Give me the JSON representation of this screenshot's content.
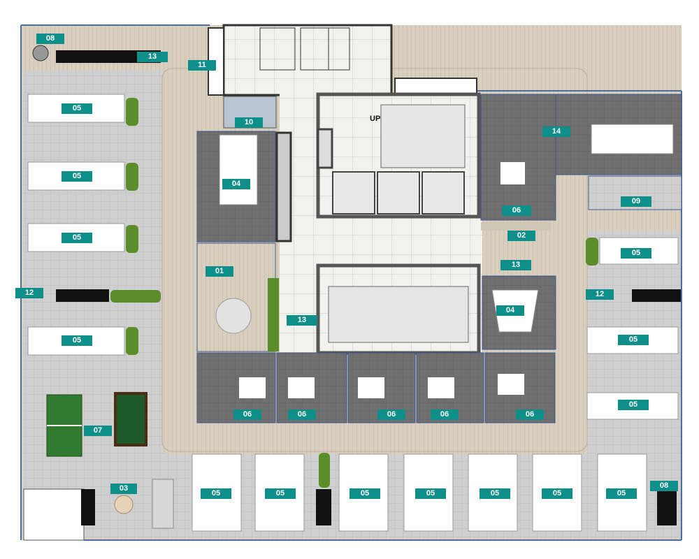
{
  "plan": {
    "stair_label": "UP",
    "labels": {
      "l01": "01",
      "l02": "02",
      "l03": "03",
      "l04": "04",
      "l05": "05",
      "l06": "06",
      "l07": "07",
      "l08": "08",
      "l09": "09",
      "l10": "10",
      "l11": "11",
      "l12": "12",
      "l13": "13",
      "l14": "14"
    }
  },
  "colors": {
    "tag": "#0f8f8a",
    "wood": "#d3c8b6",
    "carpet_light": "#c8c8c8",
    "carpet_dark": "#6d6d6d",
    "wall": "#555555",
    "plant": "#5b8e2a",
    "pingpong": "#2f7a2f",
    "billiard": "#1e5a2a"
  }
}
